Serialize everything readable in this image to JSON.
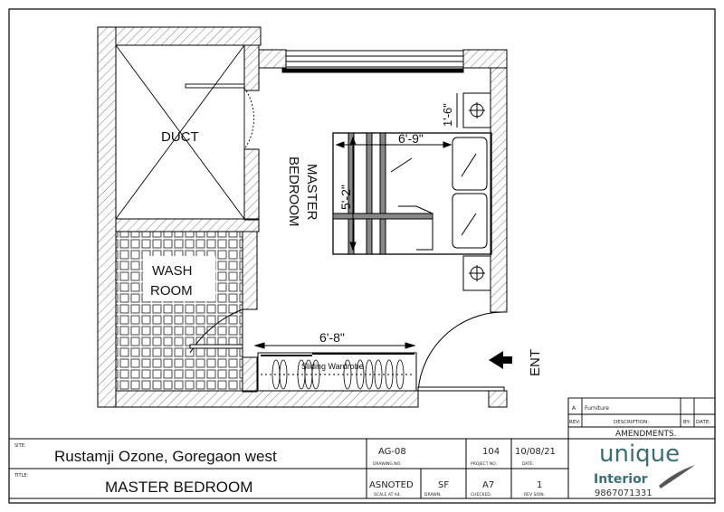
{
  "plan": {
    "duct_label": "DUCT",
    "master_bedroom_label": "MASTER BEDROOM",
    "wash_room_line1": "WASH",
    "wash_room_line2": "ROOM",
    "bed_width_dim": "6'-9\"",
    "bed_length_dim": "5'-2\"",
    "side_table_dim": "1'-6\"",
    "wardrobe_dim": "6'-8\"",
    "wardrobe_label": "Sliding Wardrobe",
    "entrance_label": "ENT"
  },
  "amendments": {
    "rows": [
      {
        "rev": "A",
        "description": "Furniture",
        "by": "",
        "date": ""
      }
    ],
    "header_rev": "REV:",
    "header_description": "DESCRIPTION:",
    "header_by": "BY:",
    "header_date": "DATE:",
    "title": "AMENDMENTS."
  },
  "title_block": {
    "site_caption": "SITE:",
    "site": "Rustamji Ozone, Goregaon west",
    "title_caption": "TITLE:",
    "title": "MASTER BEDROOM",
    "drawing_no": "AG-08",
    "drawing_no_caption": "DRAWING NO.",
    "project_no": "104",
    "project_no_caption": "PROJECT NO.",
    "date": "10/08/21",
    "date_caption": "DATE.",
    "scale": "ASNOTED",
    "scale_caption": "SCALE AT A4.",
    "drawn": "SF",
    "drawn_caption": "DRAWN.",
    "checked": "A7",
    "checked_caption": "CHECKED.",
    "revision": "1",
    "revision_caption": "REV SION.",
    "logo_line1": "unique",
    "logo_line2": "Interior",
    "phone": "9867071331",
    "logo_color": "#3a6f78"
  }
}
